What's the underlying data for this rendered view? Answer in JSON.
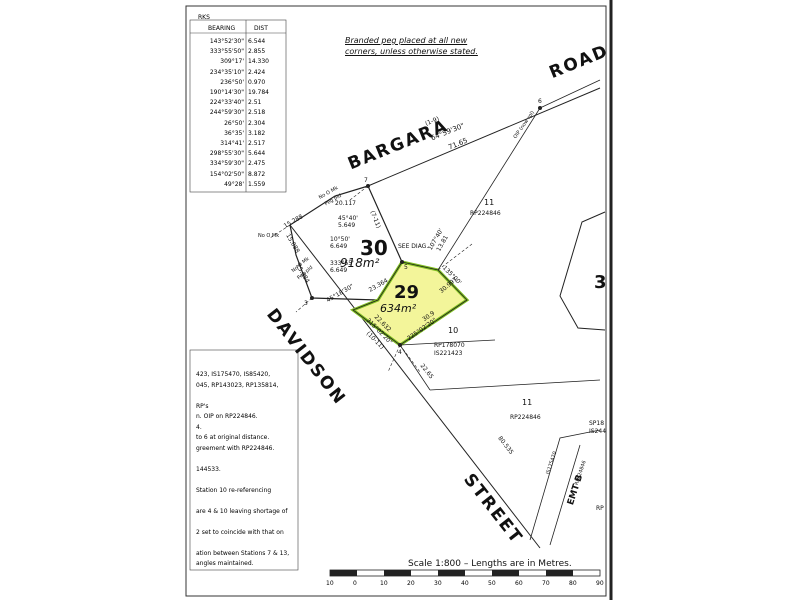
{
  "table": {
    "title": "RKS",
    "headers": {
      "bearing": "BEARING",
      "dist": "DIST"
    },
    "rows": [
      {
        "bearing": "143°52'30\"",
        "dist": "6.544"
      },
      {
        "bearing": "333°55'50\"",
        "dist": "2.855"
      },
      {
        "bearing": "309°17'",
        "dist": "14.330"
      },
      {
        "bearing": "234°35'10\"",
        "dist": "2.424"
      },
      {
        "bearing": "236°50'",
        "dist": "0.970"
      },
      {
        "bearing": "190°14'30\"",
        "dist": "19.784"
      },
      {
        "bearing": "224°33'40\"",
        "dist": "2.51"
      },
      {
        "bearing": "244°59'30\"",
        "dist": "2.518"
      },
      {
        "bearing": "26°50'",
        "dist": "2.304"
      },
      {
        "bearing": "36°35'",
        "dist": "3.182"
      },
      {
        "bearing": "314°41'",
        "dist": "2.517"
      },
      {
        "bearing": "298°55'30\"",
        "dist": "5.644"
      },
      {
        "bearing": "334°59'30\"",
        "dist": "2.475"
      },
      {
        "bearing": "154°02'50\"",
        "dist": "8.872"
      },
      {
        "bearing": "49°28'",
        "dist": "1.559"
      }
    ]
  },
  "note": [
    "Branded peg placed at all new",
    "corners, unless otherwise stated."
  ],
  "roads": {
    "road": "ROAD",
    "bargara": "BARGARA",
    "davidson": "DAVIDSON",
    "street": "STREET"
  },
  "lots": {
    "lot30": {
      "number": "30",
      "area": "918m²"
    },
    "lot29": {
      "number": "29",
      "area": "634m²"
    },
    "lot10": {
      "number": "10"
    },
    "lot11a": {
      "number": "11",
      "plan": "RP224846"
    },
    "lot11b": {
      "number": "11",
      "plan": "RP224846"
    },
    "lot3": {
      "number": "3"
    }
  },
  "plans": {
    "rp178070": "RP178070",
    "is221423": "IS221423",
    "emt_b": "EMT B",
    "emt_plan": "RP224846",
    "is175470": "IS175470",
    "sp": "SP18",
    "is244": "IS244",
    "rp_edge": "RP"
  },
  "labels": {
    "see_diag": "SEE DIAG.",
    "bargara_bearing": "64°59'30\"",
    "bargara_dist": "71.65",
    "bargara_sub": "(1-9)",
    "dist_20117": "20.117",
    "dist_15288": "15.288",
    "dist_15088": "15.088",
    "ang_4540": "45°40'",
    "dist_5649": "5.649",
    "ang_1050": "10°50'",
    "dist_6649a": "6.649",
    "ang_33355": "333°55'",
    "dist_6649b": "6.649",
    "dist_23364": "23.364",
    "dist_30997": "30.997",
    "ang_13500": "135°00'",
    "dist_25384": "25.384",
    "ang_4518": "45°18'30\"",
    "dist_22632": "22.632",
    "ang_315": "315°02'20\"",
    "sub_1011": "(10-11)",
    "ang_225": "225°02'20\"",
    "dist_309": "30.9",
    "ang_10740": "107°40'",
    "dist_1381": "13.81",
    "dist_2265": "22.65",
    "street_dist": "80.535",
    "sub_711": "(7-11)",
    "no_mk_1": "No O Mk",
    "peg_pld_1": "Peg pld",
    "no_mk_2": "No O Mk",
    "no_mk_3": "No O Mk",
    "peg_pld_3": "Peg pld",
    "ofp_1": "OIP (now rpl)",
    "corner_6": "6",
    "corner_7": "7",
    "corner_3": "3",
    "corner_4": "4",
    "corner_5": "5"
  },
  "notes": {
    "lines": [
      "423, IS175470, IS85420,",
      "045, RP143023, RP135814,",
      "",
      "RP's",
      "n. OIP on RP224846.",
      "4.",
      "to 6 at original distance.",
      "greement with RP224846.",
      "",
      "144533.",
      "",
      "Station 10 re-referencing",
      "",
      "are 4 & 10 leaving shortage of",
      "",
      "2 set to coincide with that on",
      "",
      "ation between Stations 7 & 13,",
      "angles maintained."
    ]
  },
  "scale": {
    "title": "Scale 1:800  –  Lengths are in Metres.",
    "ticks": [
      "10",
      "0",
      "10",
      "20",
      "30",
      "40",
      "50",
      "60",
      "70",
      "80",
      "90"
    ]
  }
}
